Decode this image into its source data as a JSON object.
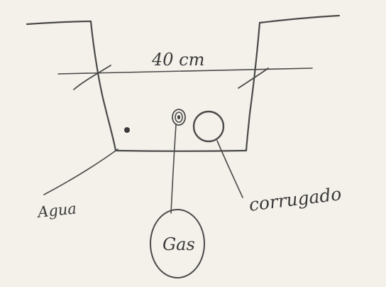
{
  "labels": {
    "top": "40 cm",
    "left_bottom": "Agua",
    "right_bottom": "corrugado",
    "gas": "Gas"
  },
  "colors": {
    "paper": "#f4f1ea",
    "ink": "#4a4a4a"
  }
}
